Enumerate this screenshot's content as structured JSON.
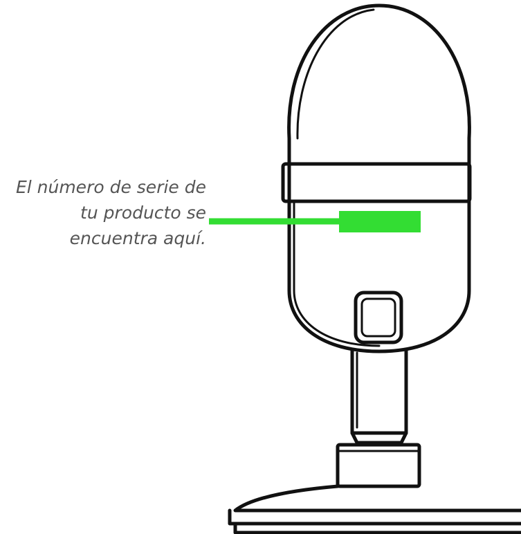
{
  "diagram": {
    "caption_lines": [
      "El número de serie de",
      "tu producto se",
      "encuentra aquí."
    ],
    "highlight_color": "#33dd33",
    "line_color": "#111111"
  }
}
